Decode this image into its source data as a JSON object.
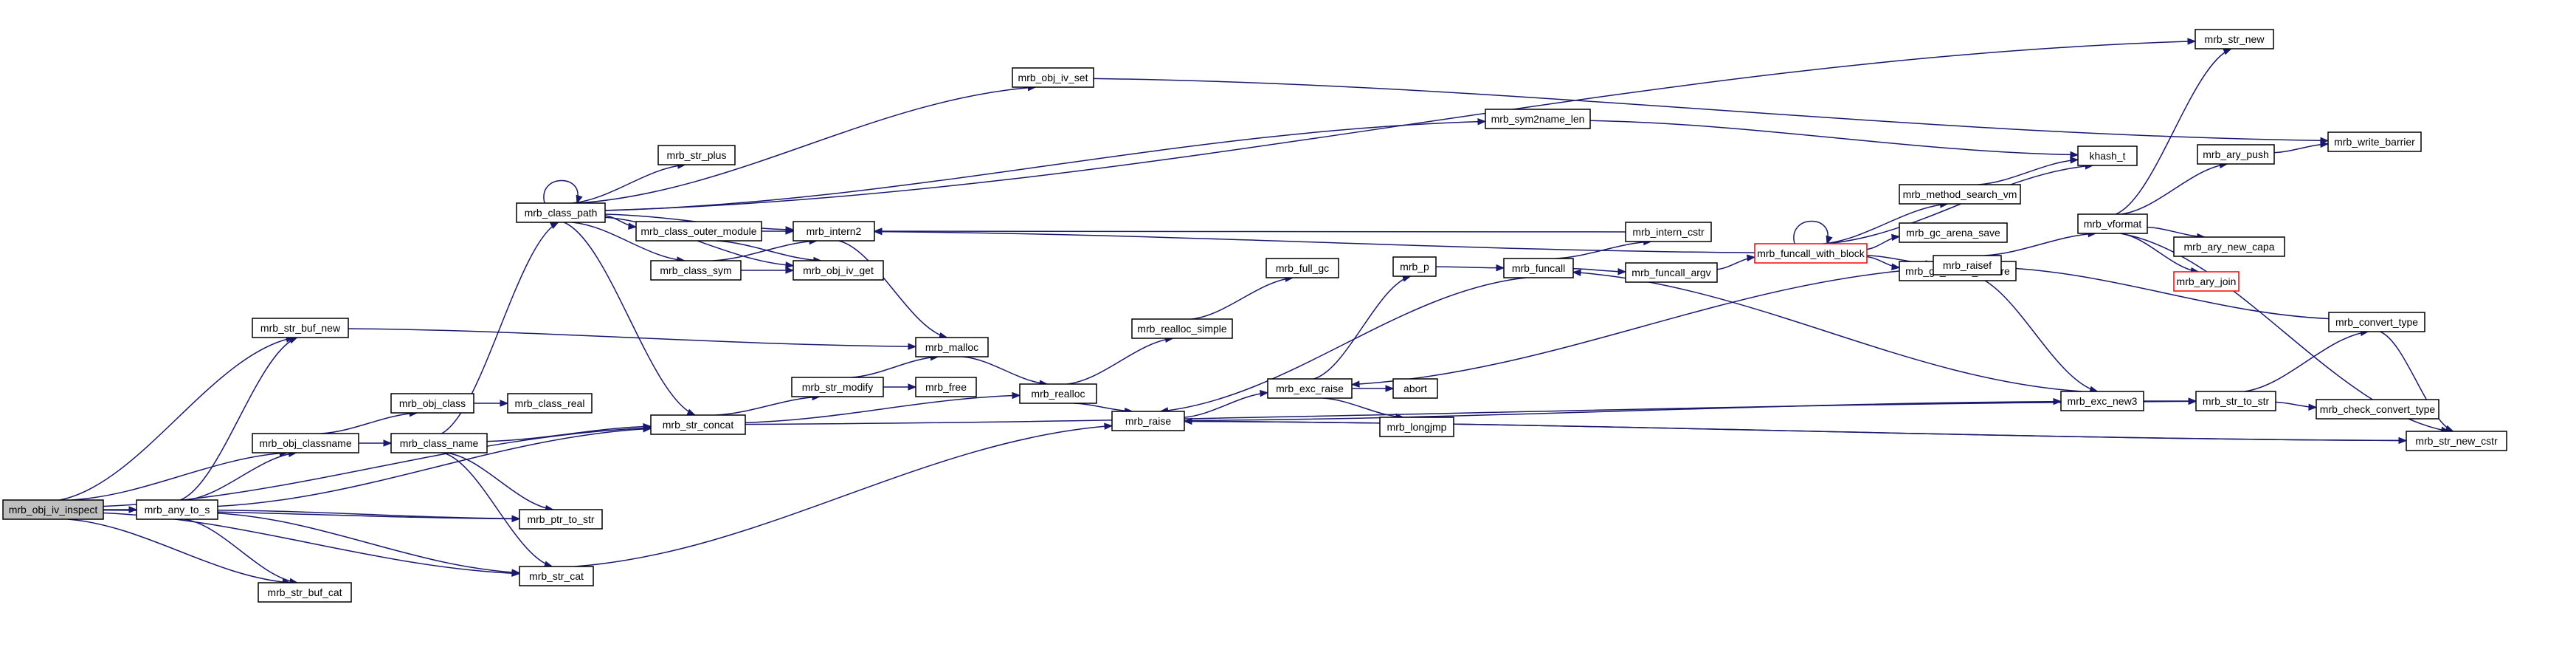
{
  "diagram": {
    "type": "call-graph",
    "colors": {
      "edge": "#191970",
      "node_border": "#000000",
      "root_fill": "#bfbfbf",
      "truncated_border": "#ff0000"
    },
    "nodes": {
      "n0": "mrb_obj_iv_inspect",
      "n1": "mrb_any_to_s",
      "n2": "mrb_str_buf_new",
      "n3": "mrb_obj_classname",
      "n4": "mrb_obj_class",
      "n5": "mrb_class_name",
      "n6": "mrb_class_path",
      "n7": "mrb_str_concat",
      "n8": "mrb_ptr_to_str",
      "n9": "mrb_str_cat",
      "n10": "mrb_str_buf_cat",
      "n11": "mrb_class_real",
      "n12": "mrb_str_plus",
      "n13": "mrb_class_outer_module",
      "n14": "mrb_class_sym",
      "n15": "mrb_intern2",
      "n16": "mrb_obj_iv_get",
      "n17": "mrb_obj_iv_set",
      "n18": "mrb_sym2name_len",
      "n19": "mrb_str_new",
      "n20": "mrb_malloc",
      "n21": "mrb_str_modify",
      "n22": "mrb_free",
      "n23": "mrb_realloc",
      "n24": "mrb_realloc_simple",
      "n25": "mrb_full_gc",
      "n26": "mrb_raise",
      "n27": "mrb_exc_raise",
      "n28": "abort",
      "n29": "mrb_longjmp",
      "n30": "mrb_p",
      "n31": "mrb_funcall",
      "n32": "mrb_intern_cstr",
      "n33": "mrb_funcall_argv",
      "n34": "mrb_funcall_with_block",
      "n35": "mrb_method_search_vm",
      "n36": "mrb_gc_arena_save",
      "n37": "mrb_gc_arena_restore",
      "n38": "mrb_raisef",
      "n39": "khash_t",
      "n40": "mrb_exc_new3",
      "n41": "mrb_str_to_str",
      "n42": "mrb_vformat",
      "n43": "mrb_ary_push",
      "n44": "mrb_write_barrier",
      "n45": "mrb_ary_new_capa",
      "n46": "mrb_ary_join",
      "n47": "mrb_convert_type",
      "n48": "mrb_check_convert_type",
      "n49": "mrb_str_new_cstr"
    },
    "edges": [
      [
        "n0",
        "n1"
      ],
      [
        "n0",
        "n2"
      ],
      [
        "n0",
        "n3"
      ],
      [
        "n0",
        "n7"
      ],
      [
        "n0",
        "n8"
      ],
      [
        "n0",
        "n9"
      ],
      [
        "n0",
        "n10"
      ],
      [
        "n1",
        "n2"
      ],
      [
        "n1",
        "n3"
      ],
      [
        "n1",
        "n7"
      ],
      [
        "n1",
        "n8"
      ],
      [
        "n1",
        "n9"
      ],
      [
        "n1",
        "n10"
      ],
      [
        "n3",
        "n4"
      ],
      [
        "n3",
        "n5"
      ],
      [
        "n4",
        "n11"
      ],
      [
        "n5",
        "n6"
      ],
      [
        "n5",
        "n7"
      ],
      [
        "n5",
        "n8"
      ],
      [
        "n5",
        "n9"
      ],
      [
        "n6",
        "n6"
      ],
      [
        "n6",
        "n12"
      ],
      [
        "n6",
        "n13"
      ],
      [
        "n6",
        "n14"
      ],
      [
        "n6",
        "n15"
      ],
      [
        "n6",
        "n16"
      ],
      [
        "n6",
        "n17"
      ],
      [
        "n6",
        "n18"
      ],
      [
        "n6",
        "n19"
      ],
      [
        "n6",
        "n7"
      ],
      [
        "n13",
        "n15"
      ],
      [
        "n13",
        "n16"
      ],
      [
        "n14",
        "n15"
      ],
      [
        "n14",
        "n16"
      ],
      [
        "n2",
        "n20"
      ],
      [
        "n7",
        "n21"
      ],
      [
        "n7",
        "n23"
      ],
      [
        "n7",
        "n41"
      ],
      [
        "n9",
        "n26"
      ],
      [
        "n15",
        "n20"
      ],
      [
        "n17",
        "n44"
      ],
      [
        "n18",
        "n39"
      ],
      [
        "n20",
        "n23"
      ],
      [
        "n21",
        "n20"
      ],
      [
        "n21",
        "n22"
      ],
      [
        "n23",
        "n24"
      ],
      [
        "n23",
        "n26"
      ],
      [
        "n24",
        "n25"
      ],
      [
        "n26",
        "n27"
      ],
      [
        "n26",
        "n40"
      ],
      [
        "n26",
        "n49"
      ],
      [
        "n27",
        "n28"
      ],
      [
        "n27",
        "n29"
      ],
      [
        "n27",
        "n30"
      ],
      [
        "n30",
        "n31"
      ],
      [
        "n31",
        "n32"
      ],
      [
        "n31",
        "n33"
      ],
      [
        "n31",
        "n26"
      ],
      [
        "n32",
        "n15"
      ],
      [
        "n33",
        "n34"
      ],
      [
        "n34",
        "n34"
      ],
      [
        "n34",
        "n35"
      ],
      [
        "n34",
        "n36"
      ],
      [
        "n34",
        "n37"
      ],
      [
        "n34",
        "n38"
      ],
      [
        "n34",
        "n15"
      ],
      [
        "n34",
        "n39"
      ],
      [
        "n35",
        "n39"
      ],
      [
        "n38",
        "n42"
      ],
      [
        "n38",
        "n40"
      ],
      [
        "n38",
        "n27"
      ],
      [
        "n40",
        "n41"
      ],
      [
        "n40",
        "n31"
      ],
      [
        "n41",
        "n47"
      ],
      [
        "n41",
        "n48"
      ],
      [
        "n42",
        "n19"
      ],
      [
        "n42",
        "n43"
      ],
      [
        "n42",
        "n45"
      ],
      [
        "n42",
        "n46"
      ],
      [
        "n42",
        "n49"
      ],
      [
        "n43",
        "n44"
      ],
      [
        "n47",
        "n38"
      ],
      [
        "n47",
        "n49"
      ],
      [
        "n49",
        "n26"
      ]
    ]
  }
}
